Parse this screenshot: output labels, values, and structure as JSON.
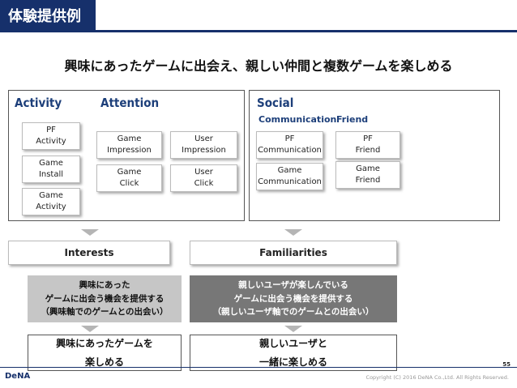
{
  "slide": {
    "title": "体験提供例",
    "headline": "興味にあったゲームに出会え、親しい仲間と複数ゲームを楽しめる",
    "page_number": "55",
    "copyright": "Copyright (C) 2016 DeNA Co.,Ltd. All Rights Reserved.",
    "logo": "DeNA"
  },
  "panels": {
    "activity": {
      "title": "Activity",
      "items": [
        "PF\nActivity",
        "Game\nInstall",
        "Game\nActivity"
      ]
    },
    "attention": {
      "title": "Attention",
      "items": [
        "Game\nImpression",
        "User\nImpression",
        "Game\nClick",
        "User\nClick"
      ]
    },
    "social": {
      "title": "Social",
      "col_labels": [
        "Communication",
        "Friend"
      ],
      "items": [
        "PF\nCommunication",
        "PF\nFriend",
        "Game\nCommunication",
        "Game\nFriend"
      ]
    }
  },
  "flow": {
    "interests": "Interests",
    "familiarities": "Familiarities",
    "left_desc": "興味にあった\nゲームに出会う機会を提供する\n（興味軸でのゲームとの出会い）",
    "right_desc": "親しいユーザが楽しんでいる\nゲームに出会う機会を提供する\n（親しいユーザ軸でのゲームとの出会い）",
    "left_out": "興味にあったゲームを\n楽しめる",
    "right_out": "親しいユーザと\n一緒に楽しめる"
  },
  "colors": {
    "navy": "#16306b",
    "title_blue": "#1d3f7a",
    "light_gray": "#c6c6c6",
    "dark_gray": "#777777"
  }
}
